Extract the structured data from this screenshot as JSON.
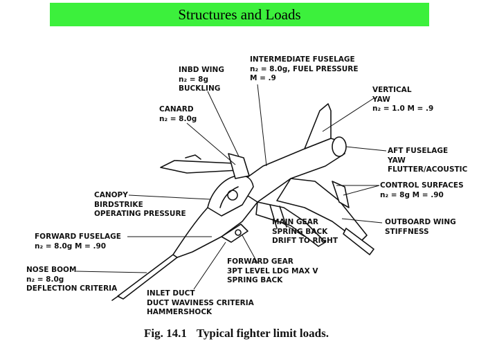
{
  "slide": {
    "title": "Structures and Loads",
    "banner_color": "#3cf03c"
  },
  "figure": {
    "caption_number": "Fig. 14.1",
    "caption_text": "Typical fighter limit loads."
  },
  "labels": {
    "intermediate_fuselage": [
      "INTERMEDIATE FUSELAGE",
      "n₂ = 8.0g, FUEL PRESSURE",
      "M = .9"
    ],
    "inbd_wing": [
      "INBD WING",
      "n₂ = 8g",
      "BUCKLING"
    ],
    "vertical": [
      "VERTICAL",
      "YAW",
      "n₂ = 1.0   M = .9"
    ],
    "canard": [
      "CANARD",
      "n₂ = 8.0g"
    ],
    "aft_fuselage": [
      "AFT FUSELAGE",
      "YAW",
      "FLUTTER/ACOUSTIC"
    ],
    "canopy": [
      "CANOPY",
      "BIRDSTRIKE",
      "OPERATING PRESSURE"
    ],
    "control_surfaces": [
      "CONTROL SURFACES",
      "n₂ = 8g   M = .90"
    ],
    "outboard_wing": [
      "OUTBOARD WING",
      "STIFFNESS"
    ],
    "forward_fuselage": [
      "FORWARD FUSELAGE",
      "n₂ = 8.0g   M = .90"
    ],
    "main_gear": [
      "MAIN GEAR",
      "SPRING BACK",
      "DRIFT TO RIGHT"
    ],
    "nose_boom": [
      "NOSE BOOM",
      "n₂ = 8.0g",
      "DEFLECTION CRITERIA"
    ],
    "forward_gear": [
      "FORWARD GEAR",
      "3PT LEVEL LDG MAX V",
      "SPRING BACK"
    ],
    "inlet_duct": [
      "INLET DUCT",
      "DUCT WAVINESS CRITERIA",
      "HAMMERSHOCK"
    ]
  }
}
